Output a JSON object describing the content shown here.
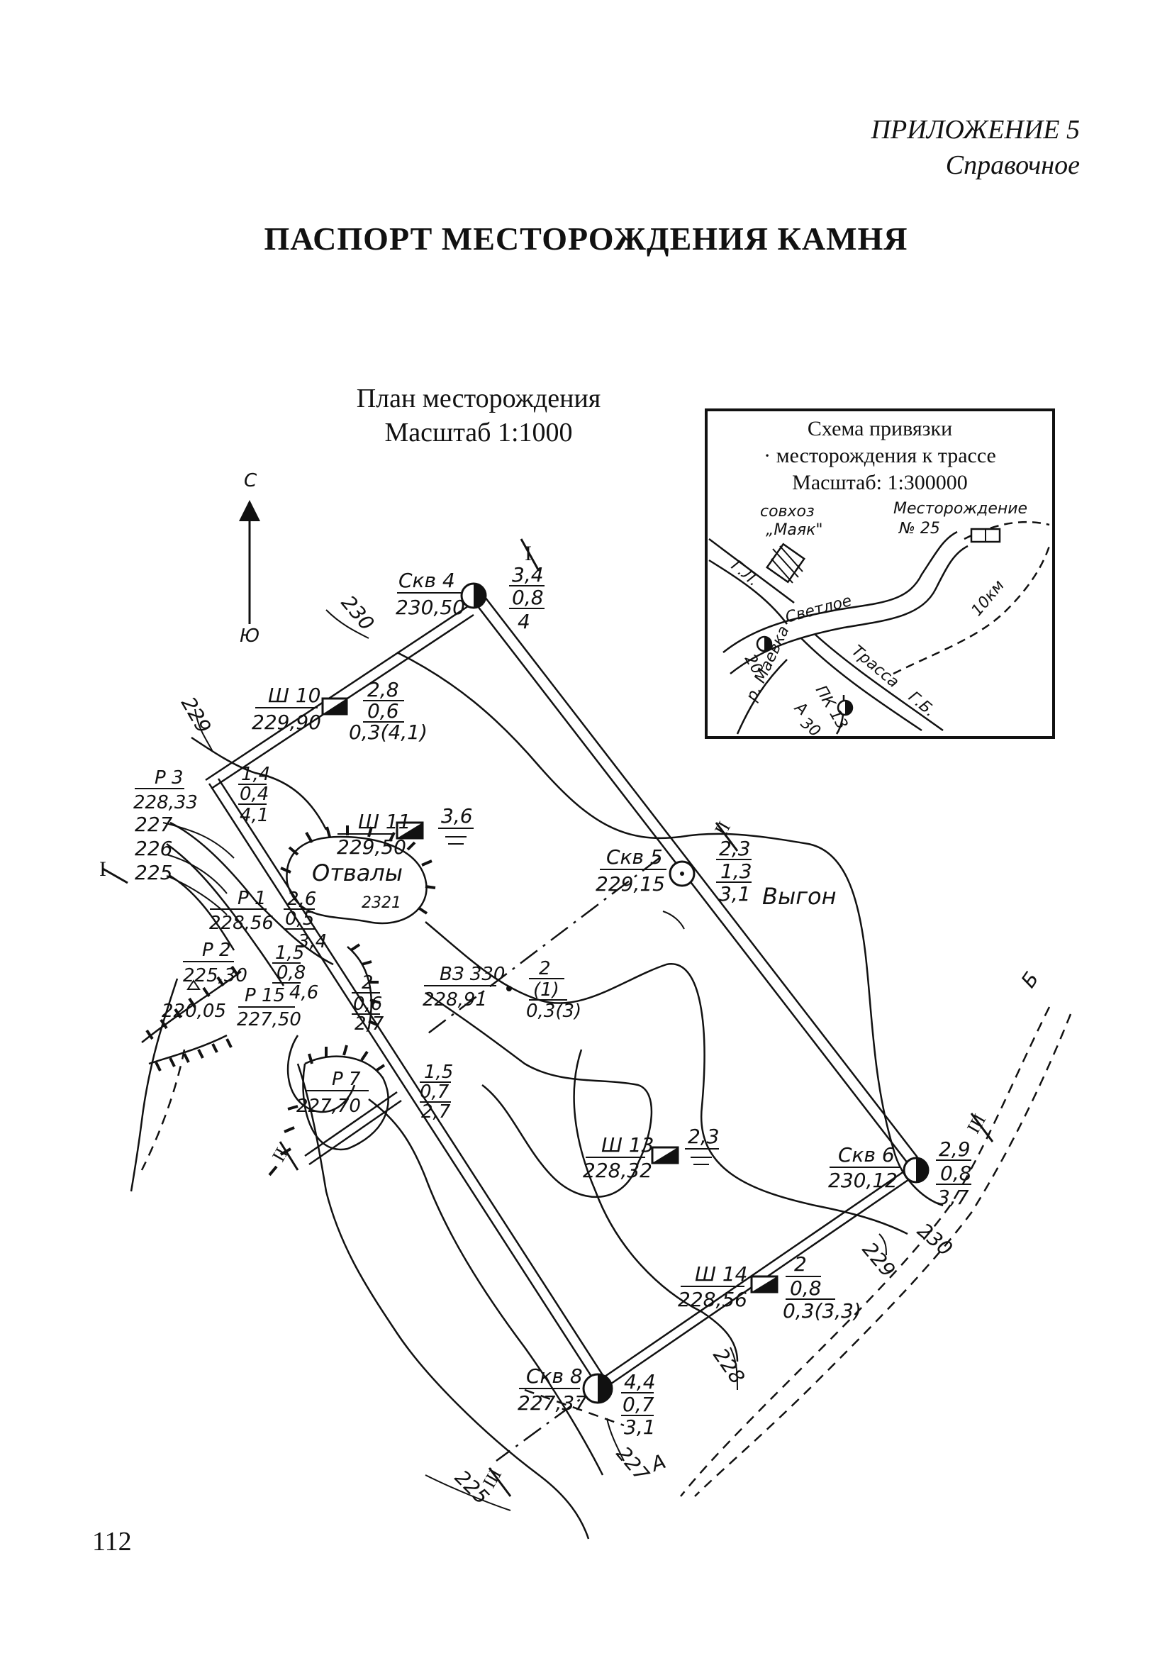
{
  "header": {
    "appendix": "ПРИЛОЖЕНИЕ 5",
    "appendix_note": "Справочное"
  },
  "title": "ПАСПОРТ МЕСТОРОЖДЕНИЯ КАМНЯ",
  "plan": {
    "title": "План месторождения",
    "scale": "Масштаб 1:1000",
    "north_label": "С",
    "south_label": "Ю",
    "section_labels": [
      "I",
      "I",
      "II",
      "II",
      "III",
      "III"
    ],
    "contours": [
      "230",
      "229",
      "227",
      "226",
      "225",
      "228",
      "229",
      "230",
      "225",
      "227",
      "2321"
    ],
    "area_labels": [
      "Отвалы",
      "Выгон"
    ],
    "road_labels": [
      "Б",
      "А"
    ],
    "wells": [
      {
        "id": "Скв 4",
        "elev": "230,50",
        "d": [
          "3,4",
          "0,8",
          "4"
        ]
      },
      {
        "id": "Скв 5",
        "elev": "229,15",
        "d": [
          "2,3",
          "1,3",
          "3,1"
        ]
      },
      {
        "id": "Скв 6",
        "elev": "230,12",
        "d": [
          "2,9",
          "0,8",
          "3,7"
        ]
      },
      {
        "id": "Скв 8",
        "elev": "227,37",
        "d": [
          "4,4",
          "0,7",
          "3,1"
        ]
      }
    ],
    "pits": [
      {
        "id": "Ш 10",
        "elev": "229,90",
        "d": [
          "2,8",
          "0,6",
          "0,3(4,1)"
        ]
      },
      {
        "id": "Ш 11",
        "elev": "229,50",
        "d": [
          "3,6"
        ]
      },
      {
        "id": "Ш 13",
        "elev": "228,32",
        "d": [
          "2,3"
        ]
      },
      {
        "id": "Ш 14",
        "elev": "228,56",
        "d": [
          "2",
          "0,8",
          "0,3(3,3)"
        ]
      }
    ],
    "trenches": [
      {
        "id": "Р 3",
        "elev": "228,33",
        "d": [
          "1,4",
          "0,4",
          "4,1"
        ]
      },
      {
        "id": "Р 1",
        "elev": "228,56",
        "d": [
          "2,6",
          "0,5",
          "3,4"
        ]
      },
      {
        "id": "Р 2",
        "elev": "225,30"
      },
      {
        "id": "Р 15",
        "elev": "227,50",
        "d": [
          "1,5",
          "0,8",
          "4,6"
        ]
      },
      {
        "id": "Р 7",
        "elev": "227,70",
        "d": [
          "1,5",
          "0,7",
          "2,7"
        ]
      }
    ],
    "others": [
      {
        "id": "ВЗ 330",
        "elev": "228,91",
        "d": [
          "2",
          "(1)",
          "0,3(3)"
        ]
      },
      {
        "id": "",
        "elev": "220,05"
      },
      {
        "id": "",
        "elev": "",
        "d": [
          "2",
          "0,6",
          "2,7"
        ]
      }
    ]
  },
  "inset": {
    "title": "Схема привязки",
    "title2": "· месторождения к трассе",
    "scale": "Масштаб: 1:300000",
    "labels": {
      "sovkhoz": "совхоз",
      "mayak": "„Маяк\"",
      "deposit": "Месторождение",
      "deposit_no": "№ 25",
      "gl": "Г.Л.",
      "svetloe": "Светлое",
      "n20": "20",
      "river": "р. Маевка",
      "pk": "ПК 13",
      "trassa": "Трасса",
      "gb": "Г.Б.",
      "a": "А",
      "n30": "30",
      "km": "10км"
    }
  },
  "page_number": "112"
}
